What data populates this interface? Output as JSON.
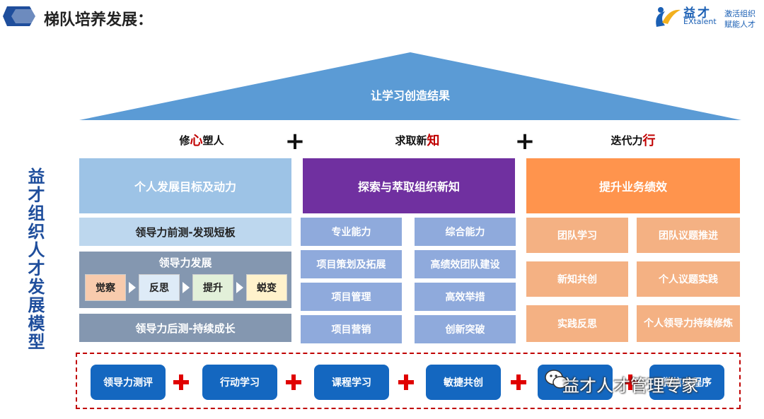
{
  "header": {
    "title": "梯队培养发展：",
    "logo": {
      "name": "益才",
      "en": "EXtalent",
      "tagline1": "激活组织",
      "tagline2": "赋能人才"
    }
  },
  "roof": {
    "label": "让学习创造结果"
  },
  "pillars": [
    {
      "prefix": "修",
      "highlight": "心",
      "suffix": "塑人"
    },
    {
      "prefix": "求取新",
      "highlight": "知",
      "suffix": ""
    },
    {
      "prefix": "迭代力",
      "highlight": "行",
      "suffix": ""
    }
  ],
  "plus_sign": "+",
  "vertical_label": "益才组织人才发展模型",
  "left": {
    "header": "个人发展目标及动力",
    "pre_test": "领导力前测-发现短板",
    "develop_title": "领导力发展",
    "steps": [
      "觉察",
      "反思",
      "提升",
      "蜕变"
    ],
    "post_test": "领导力后测-持续成长"
  },
  "middle": {
    "header": "探索与萃取组织新知",
    "cells": [
      "专业能力",
      "综合能力",
      "项目策划及拓展",
      "高绩效团队建设",
      "项目管理",
      "高效举措",
      "项目营销",
      "创新突破"
    ]
  },
  "right": {
    "header": "提升业务绩效",
    "cells": [
      "团队学习",
      "团队议题推进",
      "新知共创",
      "个人议题实践",
      "实践反思",
      "个人领导力持续修炼"
    ]
  },
  "bottom": {
    "pills": [
      "领导力测评",
      "行动学习",
      "课程学习",
      "敏捷共创",
      "",
      "微信小程序"
    ]
  },
  "watermark": "益才人才管理专家",
  "colors": {
    "roof": "#5b9bd5",
    "left_header": "#9dc3e6",
    "left_sub": "#bdd7ee",
    "left_gray": "#8497b0",
    "purple": "#7030a0",
    "mid_cell": "#8faadc",
    "orange": "#ff944d",
    "right_cell": "#f4b183",
    "pill_blue": "#1467c0",
    "red": "#c00000"
  }
}
